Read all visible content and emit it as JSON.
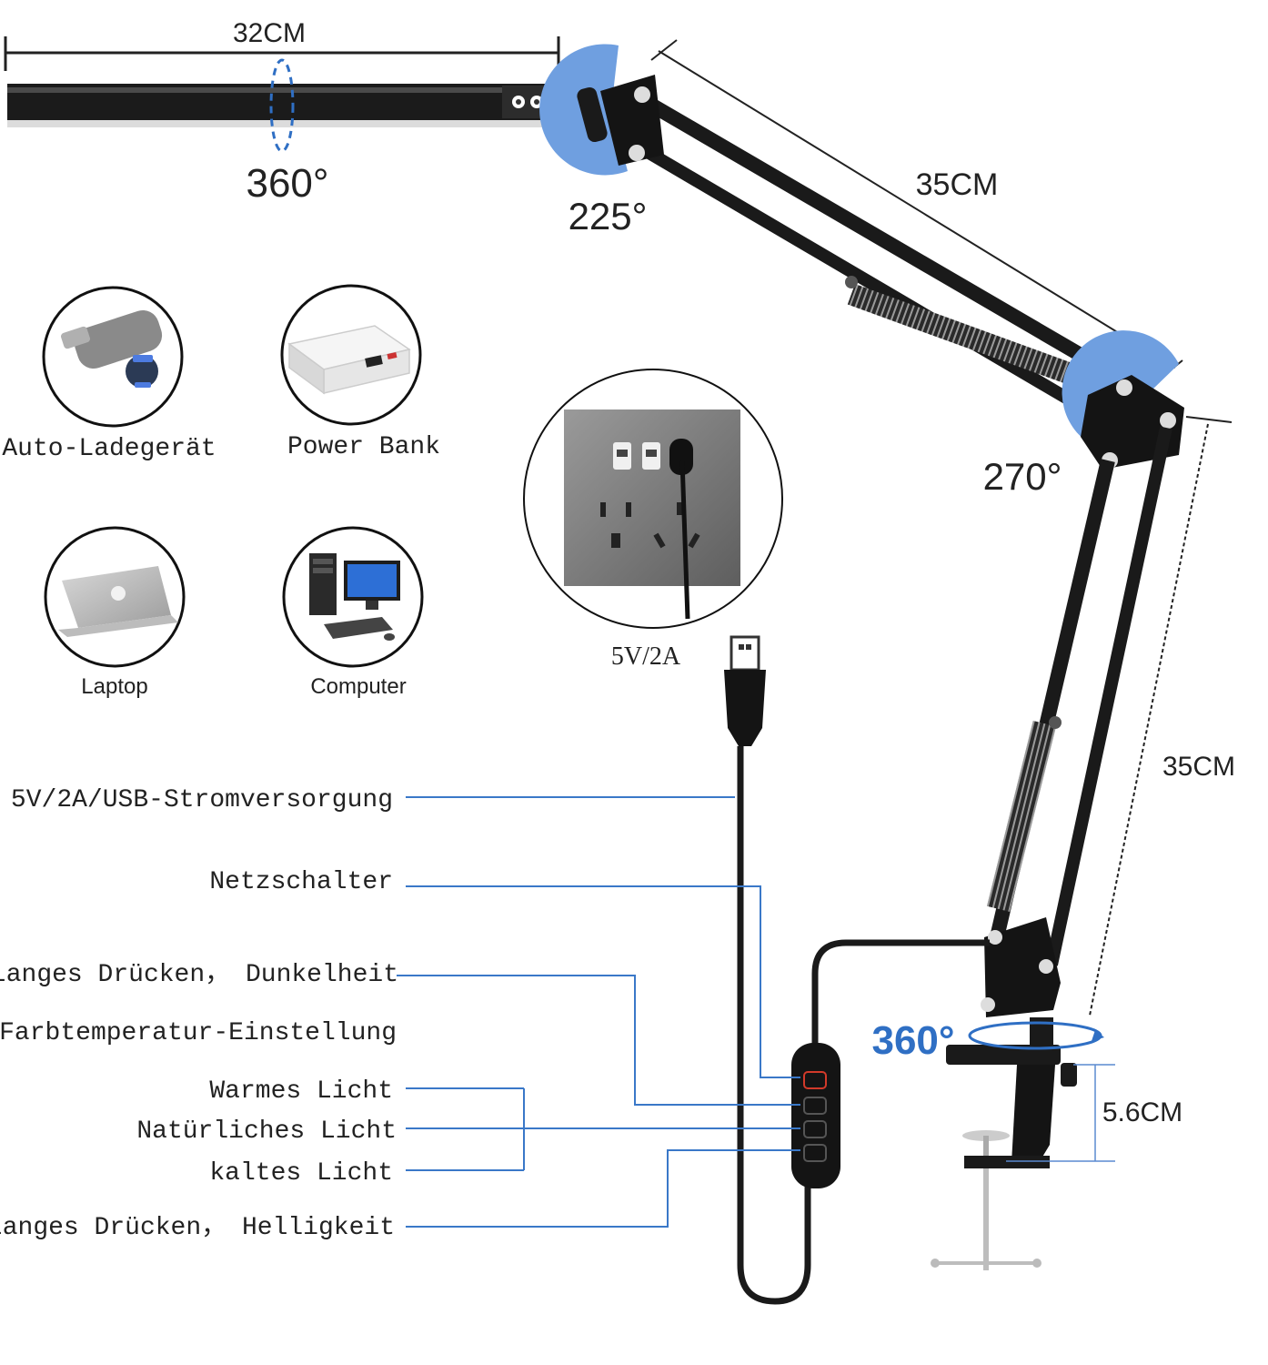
{
  "dimensions": {
    "lamp_head_length": "32CM",
    "upper_arm_length": "35CM",
    "lower_arm_length": "35CM",
    "clamp_opening": "5.6CM"
  },
  "rotations": {
    "head": "360°",
    "head_joint": "225°",
    "elbow_joint": "270°",
    "base": "360°"
  },
  "power_sources": [
    {
      "label": "Auto-Ladegerät",
      "icon": "car-charger-icon"
    },
    {
      "label": "Power Bank",
      "icon": "power-bank-icon"
    },
    {
      "label": "Laptop",
      "icon": "laptop-icon"
    },
    {
      "label": "Computer",
      "icon": "computer-icon"
    }
  ],
  "socket": {
    "label": "5V/2A",
    "icon": "wall-socket-icon"
  },
  "callouts": {
    "usb_power": "5V/2A/USB-Stromversorgung",
    "power_switch": "Netzschalter",
    "long_press_dark": "Langes Drücken， Dunkelheit",
    "color_temp": "Farbtemperatur-Einstellung",
    "warm": "Warmes Licht",
    "natural": "Natürliches Licht",
    "cold": "kaltes Licht",
    "long_press_bright": "Langes Drücken， Helligkeit"
  },
  "colors": {
    "accent_blue": "#2f6fc4",
    "joint_blue": "#6f9fe0",
    "callout_line": "#3a78c8",
    "metal": "#1a1a1a"
  }
}
